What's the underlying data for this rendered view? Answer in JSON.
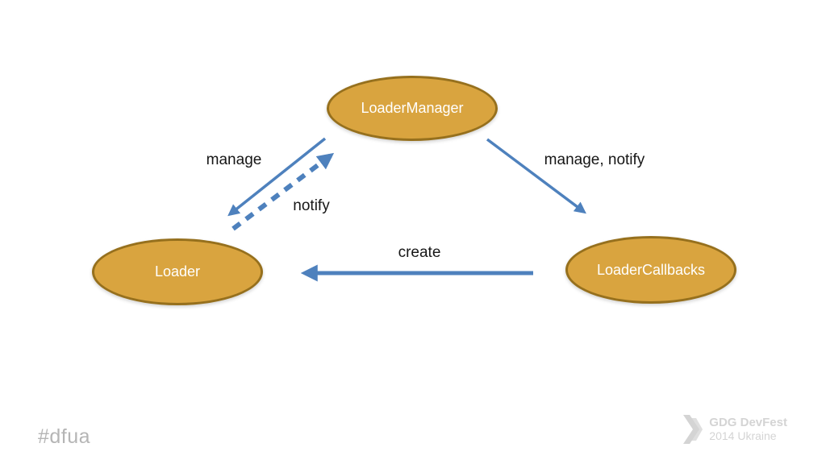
{
  "diagram": {
    "nodes": [
      {
        "id": "loader-manager",
        "label": "LoaderManager"
      },
      {
        "id": "loader",
        "label": "Loader"
      },
      {
        "id": "loader-callbacks",
        "label": "LoaderCallbacks"
      }
    ],
    "edges": [
      {
        "id": "manage",
        "label": "manage",
        "style": "solid",
        "from": "loader-manager",
        "to": "loader"
      },
      {
        "id": "notify",
        "label": "notify",
        "style": "dashed",
        "from": "loader",
        "to": "loader-manager"
      },
      {
        "id": "manage-notify",
        "label": "manage, notify",
        "style": "solid",
        "from": "loader-manager",
        "to": "loader-callbacks"
      },
      {
        "id": "create",
        "label": "create",
        "style": "solid",
        "from": "loader-callbacks",
        "to": "loader"
      }
    ]
  },
  "footer": {
    "hashtag": "#dfua",
    "logo_line1": "GDG DevFest",
    "logo_line2": "2014 Ukraine"
  },
  "colors": {
    "node_fill": "#D9A43F",
    "node_border": "#96701D",
    "node_text": "#FFFFFF",
    "arrow": "#4E81BD",
    "label_text": "#161616",
    "footer_text": "#B5B5B5",
    "logo_text": "#D4D4D4"
  }
}
